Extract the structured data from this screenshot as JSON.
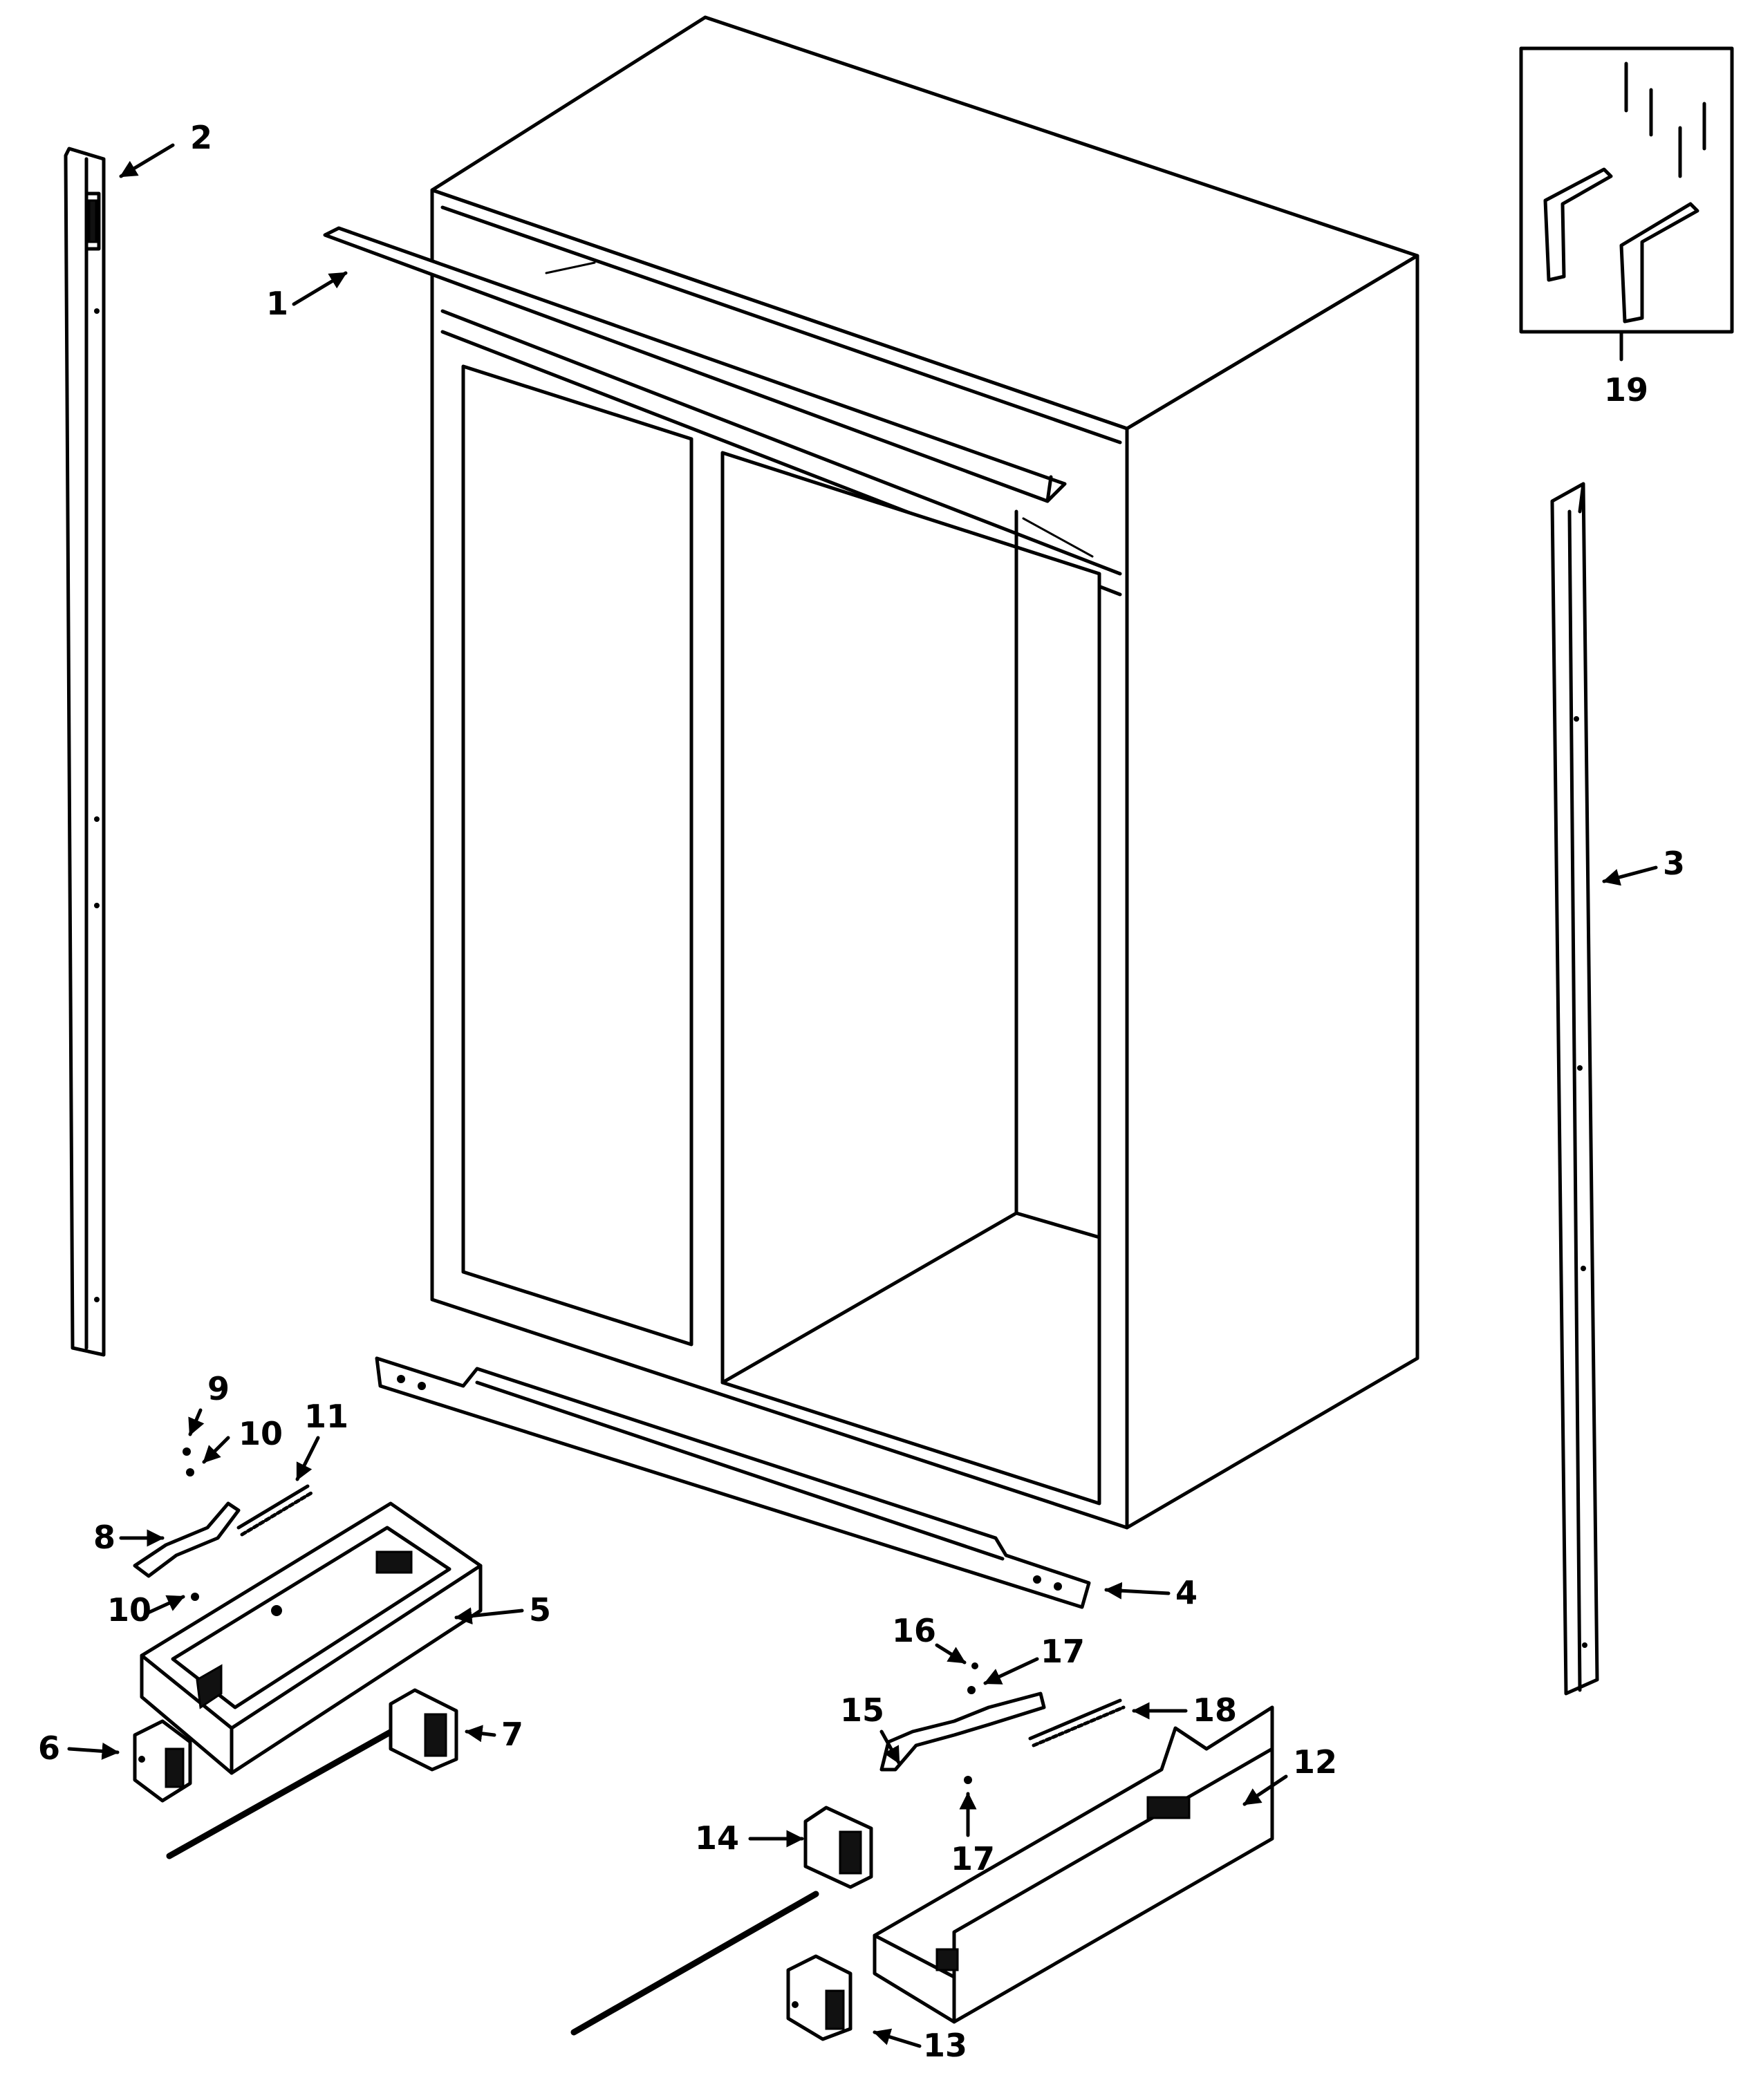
{
  "callouts": [
    {
      "id": "1",
      "text": "1"
    },
    {
      "id": "2",
      "text": "2"
    },
    {
      "id": "3",
      "text": "3"
    },
    {
      "id": "4",
      "text": "4"
    },
    {
      "id": "5",
      "text": "5"
    },
    {
      "id": "6",
      "text": "6"
    },
    {
      "id": "7",
      "text": "7"
    },
    {
      "id": "8",
      "text": "8"
    },
    {
      "id": "9",
      "text": "9"
    },
    {
      "id": "10a",
      "text": "10"
    },
    {
      "id": "10b",
      "text": "10"
    },
    {
      "id": "11",
      "text": "11"
    },
    {
      "id": "12",
      "text": "12"
    },
    {
      "id": "13",
      "text": "13"
    },
    {
      "id": "14",
      "text": "14"
    },
    {
      "id": "15",
      "text": "15"
    },
    {
      "id": "16",
      "text": "16"
    },
    {
      "id": "17a",
      "text": "17"
    },
    {
      "id": "17b",
      "text": "17"
    },
    {
      "id": "18",
      "text": "18"
    },
    {
      "id": "19",
      "text": "19"
    }
  ]
}
